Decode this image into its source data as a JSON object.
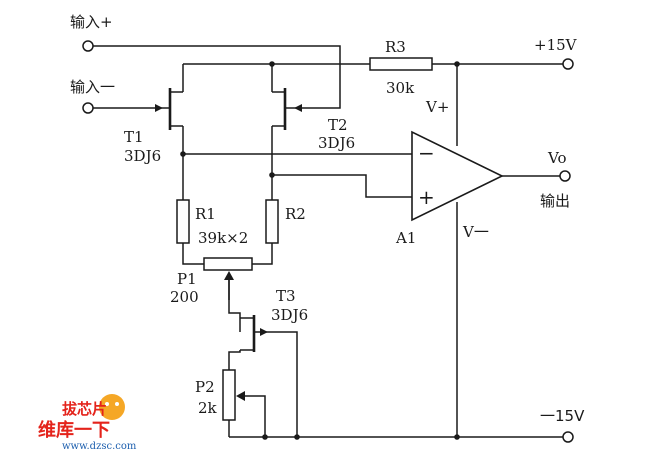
{
  "labels": {
    "input_plus": "输入+",
    "input_minus": "输入一",
    "plus15": "+15V",
    "minus15": "一15V",
    "vo": "Vo",
    "output": "输出",
    "vplus": "V+",
    "vminus": "V一",
    "a1": "A1",
    "op_minus": "−",
    "op_plus": "+"
  },
  "components": {
    "r3": {
      "name": "R3",
      "value": "30k"
    },
    "t1": {
      "name": "T1",
      "type": "3DJ6"
    },
    "t2": {
      "name": "T2",
      "type": "3DJ6"
    },
    "t3": {
      "name": "T3",
      "type": "3DJ6"
    },
    "r1": {
      "name": "R1"
    },
    "r2": {
      "name": "R2"
    },
    "r_pair_value": "39k×2",
    "p1": {
      "name": "P1",
      "value": "200"
    },
    "p2": {
      "name": "P2",
      "value": "2k"
    }
  },
  "watermark": {
    "line1": "拔芯片",
    "line2": "维库一下",
    "url": "www.dzsc.com"
  },
  "colors": {
    "ink": "#1a1a1a",
    "watermark_red": "#e4231b",
    "watermark_orange": "#f39800",
    "watermark_blue": "#1d5fae"
  }
}
